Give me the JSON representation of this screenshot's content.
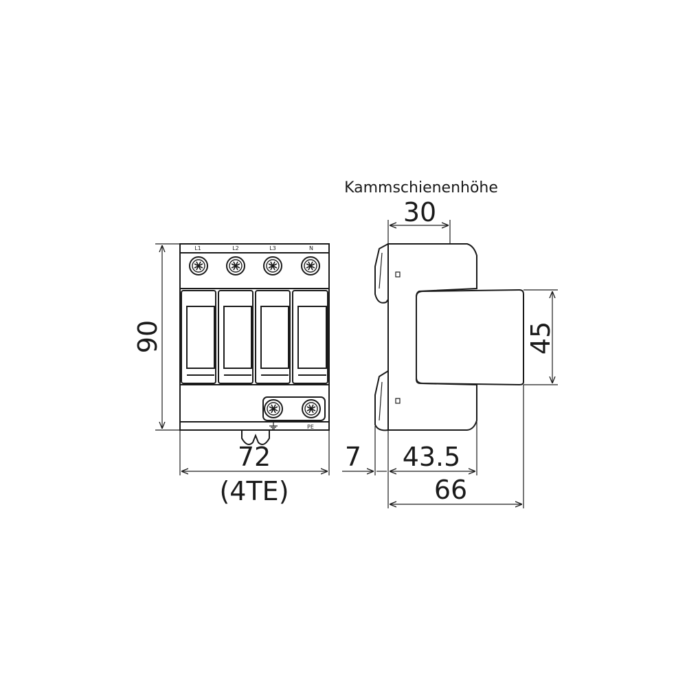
{
  "caption": "Kammschienenhöhe",
  "terminals_top": [
    "L1",
    "L2",
    "L3",
    "N"
  ],
  "terminal_bottom": "PE",
  "dimensions": {
    "height": "90",
    "width": "72",
    "width_modules": "(4TE)",
    "busbar_height": "30",
    "module_height": "45",
    "rail_offset": "7",
    "front_depth": "43.5",
    "total_depth": "66"
  }
}
